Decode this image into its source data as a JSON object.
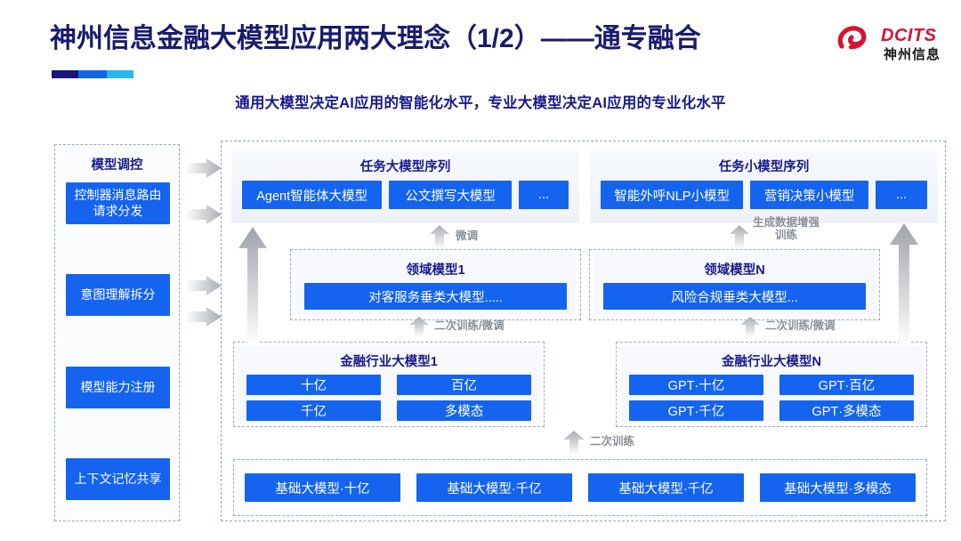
{
  "header": {
    "title": "神州信息金融大模型应用两大理念（1/2）——通专融合",
    "subtitle": "通用大模型决定AI应用的智能化水平，专业大模型决定AI应用的专业化水平",
    "logo": {
      "brand_latin": "DCITS",
      "brand_cn": "神州信息",
      "icon": "dcits-swirl-logo",
      "color_red": "#d81232",
      "color_cn": "#1a1a1a"
    },
    "rule_colors": [
      "#1a157e",
      "#1464e8",
      "#29b6e8"
    ],
    "title_color": "#1a1a6e",
    "subtitle_color": "#1a1a8c"
  },
  "control_panel": {
    "title": "模型调控",
    "items": [
      {
        "label": "控制器消息路由请求分发"
      },
      {
        "label": "意图理解拆分"
      },
      {
        "label": "模型能力注册"
      },
      {
        "label": "上下文记忆共享"
      }
    ]
  },
  "flow_arrows_right": [
    {
      "name": "dispatch-arrow"
    },
    {
      "name": "intent-arrow"
    },
    {
      "name": "register-arrow"
    },
    {
      "name": "context-arrow"
    }
  ],
  "task_big": {
    "title": "任务大模型序列",
    "chips": [
      {
        "label": "Agent智能体大模型",
        "width": 160
      },
      {
        "label": "公文撰写大模型",
        "width": 140
      },
      {
        "label": "...",
        "width": 57
      }
    ]
  },
  "task_small": {
    "title": "任务小模型序列",
    "chips": [
      {
        "label": "智能外呼NLP小模型",
        "width": 163
      },
      {
        "label": "营销决策小模型",
        "width": 135
      },
      {
        "label": "...",
        "width": 59
      }
    ]
  },
  "domain_models": [
    {
      "title": "领域模型1",
      "chip": "对客服务垂类大模型....."
    },
    {
      "title": "领域模型N",
      "chip": "风险合规垂类大模型..."
    }
  ],
  "industry_models": [
    {
      "title": "金融行业大模型1",
      "cells": [
        "十亿",
        "百亿",
        "千亿",
        "多模态"
      ]
    },
    {
      "title": "金融行业大模型N",
      "cells": [
        "GPT·十亿",
        "GPT·百亿",
        "GPT·千亿",
        "GPT·多模态"
      ]
    }
  ],
  "base_models": {
    "chips": [
      "基础大模型·十亿",
      "基础大模型·千亿",
      "基础大模型·千亿",
      "基础大模型·多模态"
    ]
  },
  "arrow_labels": {
    "finetune": "微调",
    "datagen_line1": "生成数据增强",
    "datagen_line2": "训练",
    "second_train_finetune_left": "二次训练/微调",
    "second_train_finetune_right": "二次训练/微调",
    "second_train": "二次训练"
  },
  "colors": {
    "chip_blue": "#1464f0",
    "heading_blue": "#1a1a8c",
    "dashed_border": "#9aa8c8",
    "arrow_gray": "#b9bcc2",
    "label_gray": "#8a8f99"
  }
}
